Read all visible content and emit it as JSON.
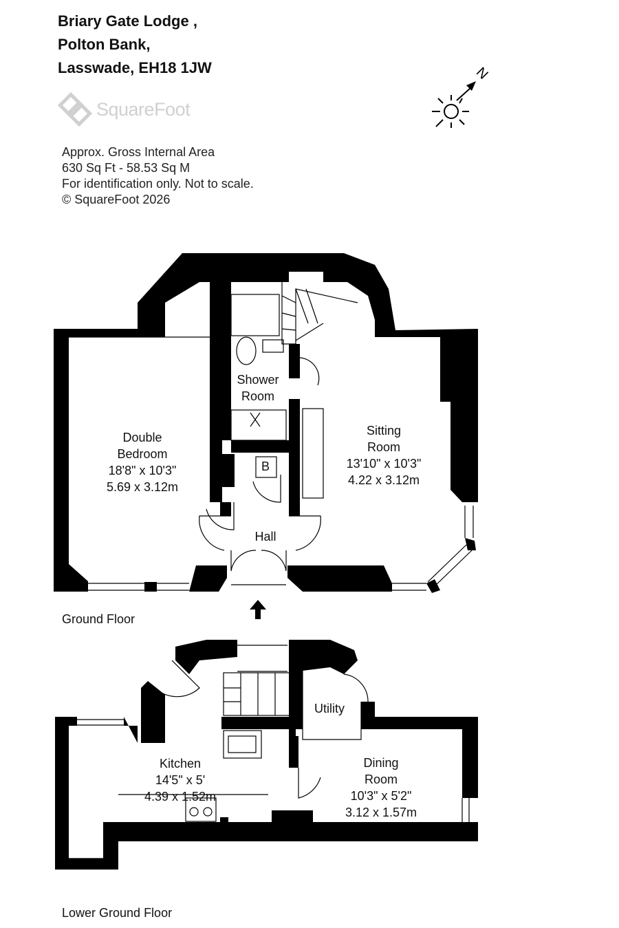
{
  "address": {
    "line1": "Briary Gate Lodge ,",
    "line2": "Polton Bank,",
    "line3": "Lasswade, EH18 1JW"
  },
  "logo": {
    "text": "SquareFoot"
  },
  "area": {
    "line1": "Approx. Gross Internal Area",
    "line2": "630 Sq Ft  -  58.53 Sq M",
    "line3": "For identification only. Not to scale.",
    "line4": "© SquareFoot 2026"
  },
  "compass": {
    "north_label": "N"
  },
  "floors": {
    "ground": "Ground Floor",
    "lower": "Lower Ground Floor"
  },
  "rooms": {
    "shower": {
      "name1": "Shower",
      "name2": "Room"
    },
    "bedroom": {
      "name1": "Double",
      "name2": "Bedroom",
      "dim_imp": "18'8\" x 10'3\"",
      "dim_met": "5.69 x 3.12m"
    },
    "sitting": {
      "name1": "Sitting",
      "name2": "Room",
      "dim_imp": "13'10\" x 10'3\"",
      "dim_met": "4.22 x 3.12m"
    },
    "boiler": {
      "name": "B"
    },
    "hall": {
      "name": "Hall"
    },
    "utility": {
      "name": "Utility"
    },
    "kitchen": {
      "name": "Kitchen",
      "dim_imp": "14'5\" x 5'",
      "dim_met": "4.39 x 1.52m"
    },
    "dining": {
      "name1": "Dining",
      "name2": "Room",
      "dim_imp": "10'3\" x 5'2\"",
      "dim_met": "3.12 x 1.57m"
    }
  },
  "colors": {
    "wall": "#000000",
    "logo": "#d0d0d0",
    "fixture": "#999999"
  }
}
